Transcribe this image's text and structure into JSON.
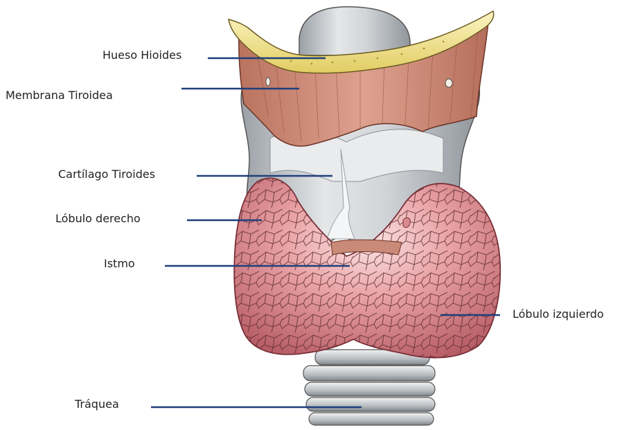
{
  "diagram": {
    "labels": {
      "hueso_hioides": "Hueso Hioides",
      "membrana_tiroidea": "Membrana Tiroidea",
      "cartilago_tiroides": "Cartílago Tiroides",
      "lobulo_derecho": "Lóbulo derecho",
      "istmo": "Istmo",
      "lobulo_izquierdo": "Lóbulo izquierdo",
      "traquea": "Tráquea"
    },
    "colors": {
      "leader_line": "#1f3f7a",
      "gland": "#d9888f",
      "gland_dark": "#a94a57",
      "cartilage": "#c9ccd0",
      "membrane": "#c98a78",
      "bone": "#efe08a"
    }
  }
}
